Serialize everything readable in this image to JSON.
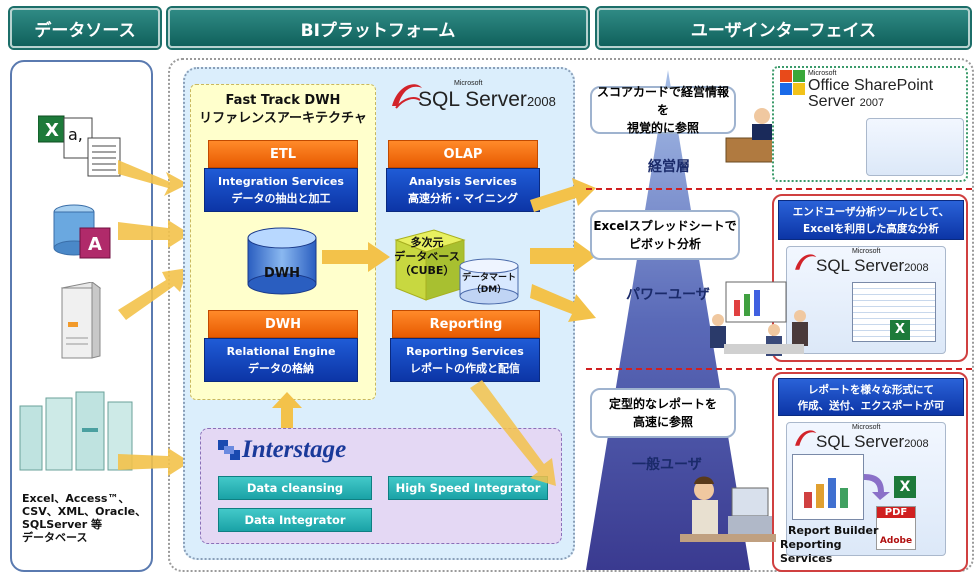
{
  "headers": {
    "data_source": "データソース",
    "bi_platform": "BIプラットフォーム",
    "user_interface": "ユーザインターフェイス"
  },
  "data_sources": {
    "caption_lines": [
      "Excel、Access™、",
      "CSV、XML、Oracle、",
      "SQLServer 等",
      "データベース"
    ]
  },
  "fast_track": {
    "title_line1": "Fast Track DWH",
    "title_line2": "リファレンスアーキテクチャ"
  },
  "sql_logo": {
    "microsoft": "Microsoft",
    "name": "SQL Server",
    "year": "2008"
  },
  "sharepoint_logo": {
    "microsoft": "Microsoft",
    "line1": "Office SharePoint",
    "line2": "Server",
    "year": "2007"
  },
  "components": {
    "etl": {
      "label": "ETL",
      "service": "Integration Services",
      "desc": "データの抽出と加工"
    },
    "olap": {
      "label": "OLAP",
      "service": "Analysis Services",
      "desc": "高速分析・マイニング"
    },
    "dwh_top": {
      "label": "DWH",
      "service": "Relational Engine",
      "desc": "データの格納"
    },
    "reporting": {
      "label": "Reporting",
      "service": "Reporting Services",
      "desc": "レポートの作成と配信"
    },
    "dwh_cylinder": "DWH",
    "cube_lines": [
      "多次元",
      "データベース",
      "（CUBE）"
    ],
    "datamart_lines": [
      "データマート",
      "（DM）"
    ]
  },
  "interstage": {
    "logo": "Interstage",
    "data_cleansing": "Data cleansing",
    "data_integrator": "Data Integrator",
    "high_speed": "High Speed Integrator"
  },
  "pyramid": {
    "callout_exec_lines": [
      "スコアカードで経営情報を",
      "視覚的に参照"
    ],
    "callout_power_lines": [
      "Excelスプレッドシートで",
      "ピボット分析"
    ],
    "callout_general_lines": [
      "定型的なレポートを",
      "高速に参照"
    ],
    "level_exec": "経営層",
    "level_power": "パワーユーザ",
    "level_general": "一般ユーザ"
  },
  "right_panels": {
    "power_desc_lines": [
      "エンドユーザ分析ツールとして、",
      "Excelを利用した高度な分析"
    ],
    "report_desc_lines": [
      "レポートを様々な形式にて",
      "作成、送付、エクスポートが可"
    ],
    "report_builder": "Report Builder",
    "reporting_services": "Reporting Services",
    "adobe": "Adobe",
    "pdf": "PDF"
  },
  "colors": {
    "header": "#10615c",
    "orange": "#e85a00",
    "blue": "#0c35a6",
    "teal": "#1aa2a6",
    "red_dash": "#d02020"
  }
}
